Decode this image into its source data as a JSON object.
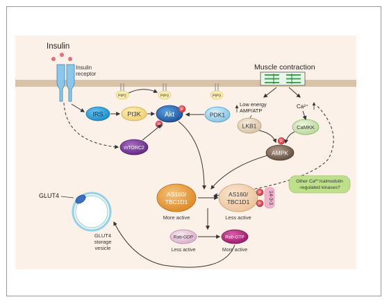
{
  "labels": {
    "insulin": "Insulin",
    "insulin_receptor_line1": "Insulin",
    "insulin_receptor_line2": "receptor",
    "muscle_contraction": "Muscle contraction",
    "pip2": "PIP2",
    "pip3_a": "PIP3",
    "pip3_b": "PIP3",
    "low_energy_line1": "Low energy",
    "low_energy_line2": "AMP/ATP",
    "ca": "Ca²⁺",
    "irs": "IRS",
    "pi3k": "PI3K",
    "akt": "Akt",
    "pdk1": "PDK1",
    "lkb1": "LKB1",
    "camkk": "CaMKK",
    "mtorc2": "mTORC2",
    "ampk": "AMPK",
    "p": "P",
    "other_kinases_line1": "Other Ca²⁺/calmodulin",
    "other_kinases_line2": "-regulated kinases?",
    "glut4": "GLUT4",
    "glut4_vesicle_line1": "GLUT4",
    "glut4_vesicle_line2": "storage",
    "glut4_vesicle_line3": "vesicle",
    "as160_active_line1": "AS160/",
    "as160_active_line2": "TBC1D1",
    "more_active_1": "More active",
    "as160_inactive_line1": "AS160/",
    "as160_inactive_line2": "TBC1D1",
    "less_active_1": "Less active",
    "protein_1433": "14-3-3",
    "rab_gdp": "Rab-GDP",
    "rab_gtp": "Rab-GTP",
    "less_active_2": "Less active",
    "more_active_2": "More active"
  },
  "colors": {
    "background": "#fbf1e8",
    "membrane": "#d9c3a8",
    "receptor": "#8cc6e8",
    "insulin_dot": "#e06f78",
    "irs": "#1e9bd7",
    "pi3k": "#f4d882",
    "akt": "#1c5ea8",
    "pdk1": "#8fcdea",
    "lkb1": "#e3d0b3",
    "camkk": "#cfe3b2",
    "mtorc2": "#7b3f9a",
    "ampk": "#7e6756",
    "phospho": "#e0454e",
    "as160": "#e89a3b",
    "as160_inactive": "#f2cfa7",
    "protein_1433": "#f0b3cb",
    "rab_gdp": "#e5c5d6",
    "rab_gtp": "#b4287a",
    "other_kinases": "#bfe08a",
    "glut4": "#3a6fc4",
    "muscle": "#3aa64a"
  }
}
